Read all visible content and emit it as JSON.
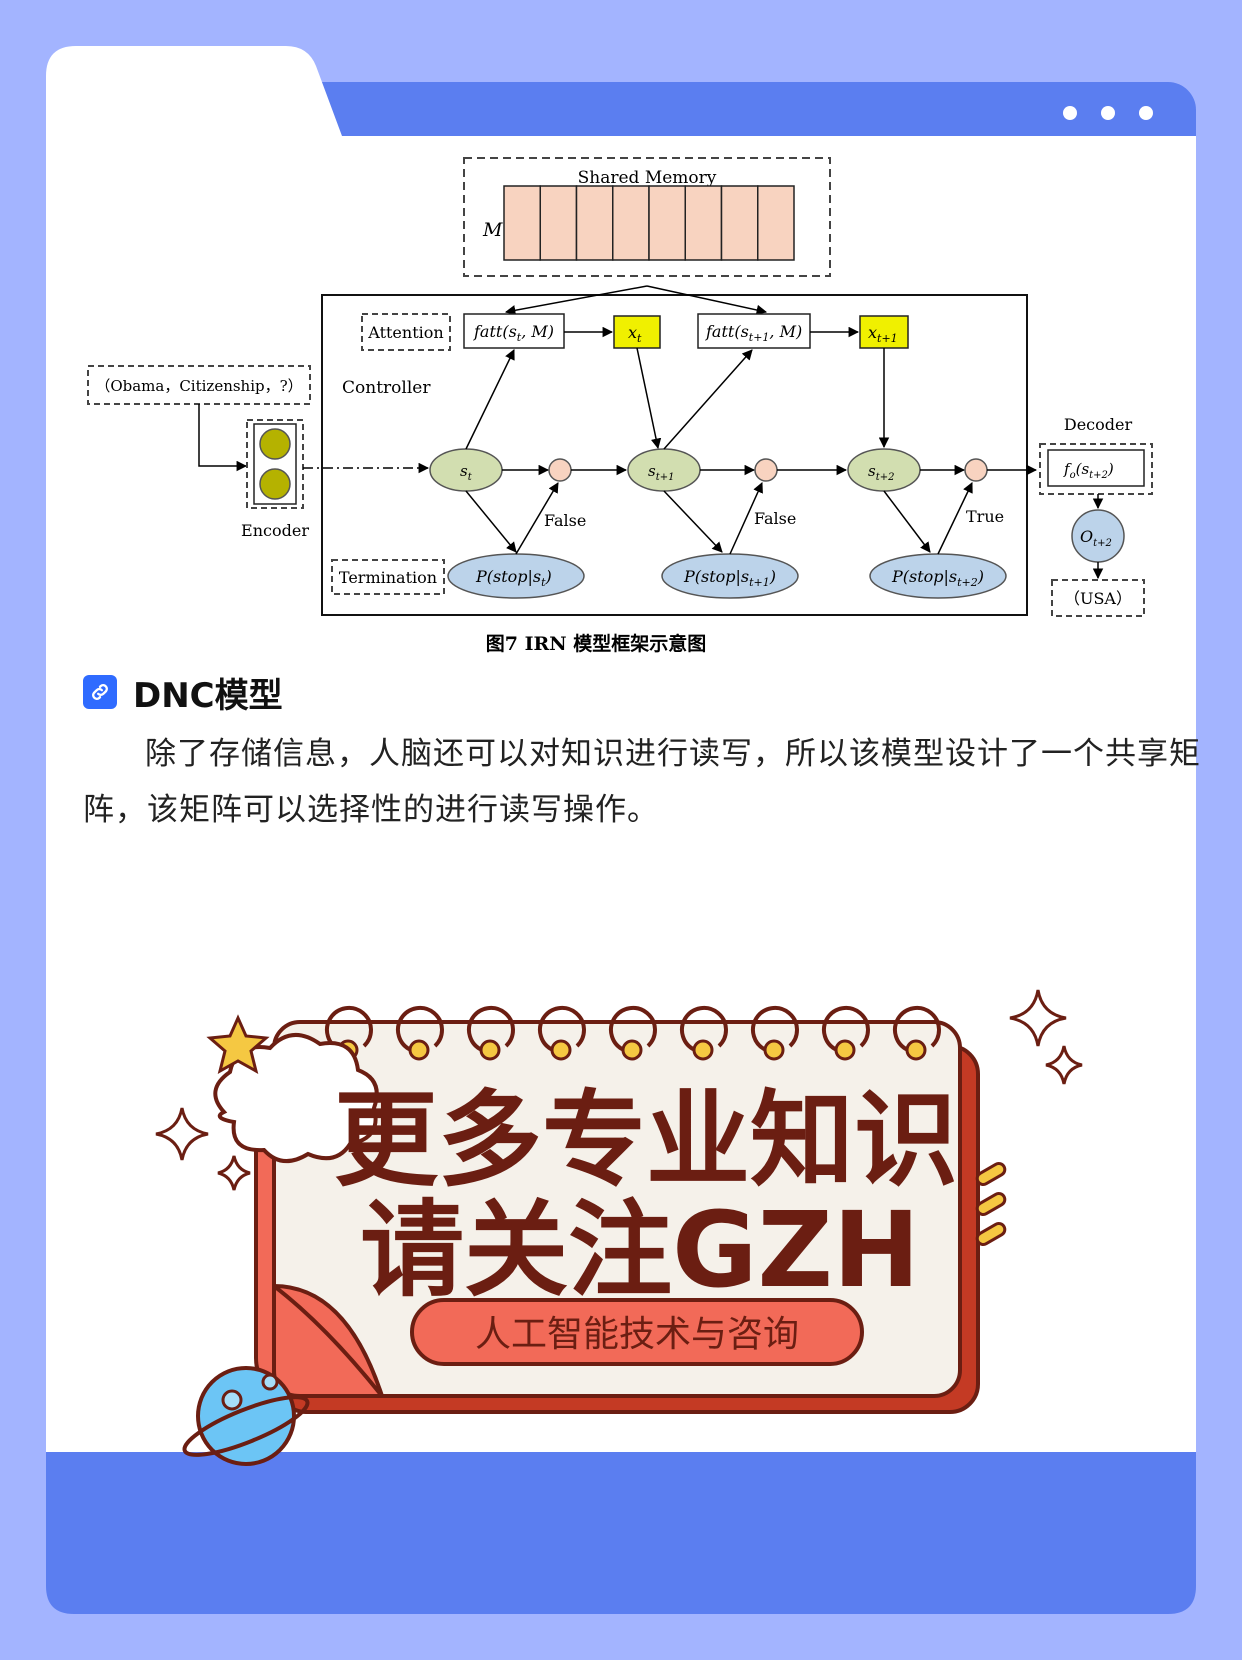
{
  "colors": {
    "page_bg": "#a3b4ff",
    "card_bg": "#ffffff",
    "accent_blue": "#5b7ef0",
    "memory_cell": "#f8d3c0",
    "attention_yellow": "#f0f000",
    "state_green": "#d2deb0",
    "stop_blue": "#bcd3ea",
    "banner_brown": "#6b1e12",
    "banner_red": "#f26a58",
    "banner_cream": "#f5f1ea"
  },
  "diagram": {
    "shared_memory_label": "Shared Memory",
    "memory_symbol": "M",
    "memory_cell_count": 8,
    "attention_label": "Attention",
    "controller_label": "Controller",
    "termination_label": "Termination",
    "encoder_label": "Encoder",
    "decoder_label": "Decoder",
    "input_label": "（Obama，Citizenship，?）",
    "output_label": "（USA）",
    "fatt1": "fatt(s",
    "fatt1_sub": "t",
    "fatt1_tail": ", M)",
    "fatt2": "fatt(s",
    "fatt2_sub": "t+1",
    "fatt2_tail": ", M)",
    "x1": "x",
    "x1_sub": "t",
    "x2": "x",
    "x2_sub": "t+1",
    "s1": "s",
    "s1_sub": "t",
    "s2": "s",
    "s2_sub": "t+1",
    "s3": "s",
    "s3_sub": "t+2",
    "p1": "P(stop|s",
    "p1_sub": "t",
    "p2": "P(stop|s",
    "p2_sub": "t+1",
    "p3": "P(stop|s",
    "p3_sub": "t+2",
    "paren_close": ")",
    "false1": "False",
    "false2": "False",
    "true1": "True",
    "fo": "f",
    "fo_sub": "o",
    "fo_arg": "(s",
    "fo_arg_sub": "t+2",
    "o_node": "O",
    "o_node_sub": "t+2",
    "caption": "图7    IRN 模型框架示意图"
  },
  "section": {
    "icon": "link-icon",
    "title": "DNC模型",
    "body": "除了存储信息，人脑还可以对知识进行读写，所以该模型设计了一个共享矩阵，该矩阵可以选择性的进行读写操作。"
  },
  "banner": {
    "line1": "更多专业知识",
    "line2": "请关注GZH",
    "tag": "人工智能技术与咨询",
    "ring_count": 9
  }
}
